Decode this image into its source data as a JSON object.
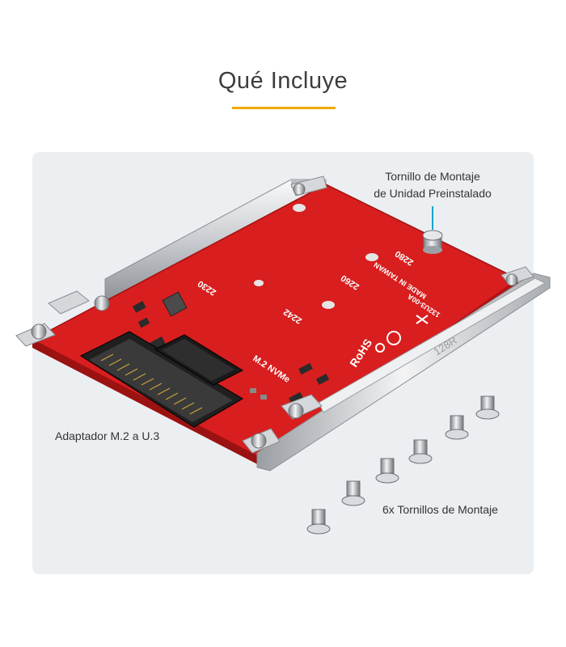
{
  "header": {
    "title": "Qué Incluye"
  },
  "colors": {
    "accent_rule": "#f2a900",
    "panel_bg": "#eceff2",
    "pcb_red": "#d81e1e",
    "callout_line": "#1aa3d4"
  },
  "labels": {
    "preinstalled_screw_line1": "Tornillo de Montaje",
    "preinstalled_screw_line2": "de Unidad Preinstalado",
    "adapter": "Adaptador M.2 a U.3",
    "screws": "6x Tornillos de Montaje"
  },
  "board_markings": {
    "interface": "M.2 NVMe",
    "size_2242": "2242",
    "size_2260": "2260",
    "size_2280": "2280",
    "size_2230": "2230",
    "made_in": "MADE IN TAIWAN",
    "rohs": "RoHS",
    "part_no": "132U3-00A",
    "frame_mark": "128R"
  }
}
